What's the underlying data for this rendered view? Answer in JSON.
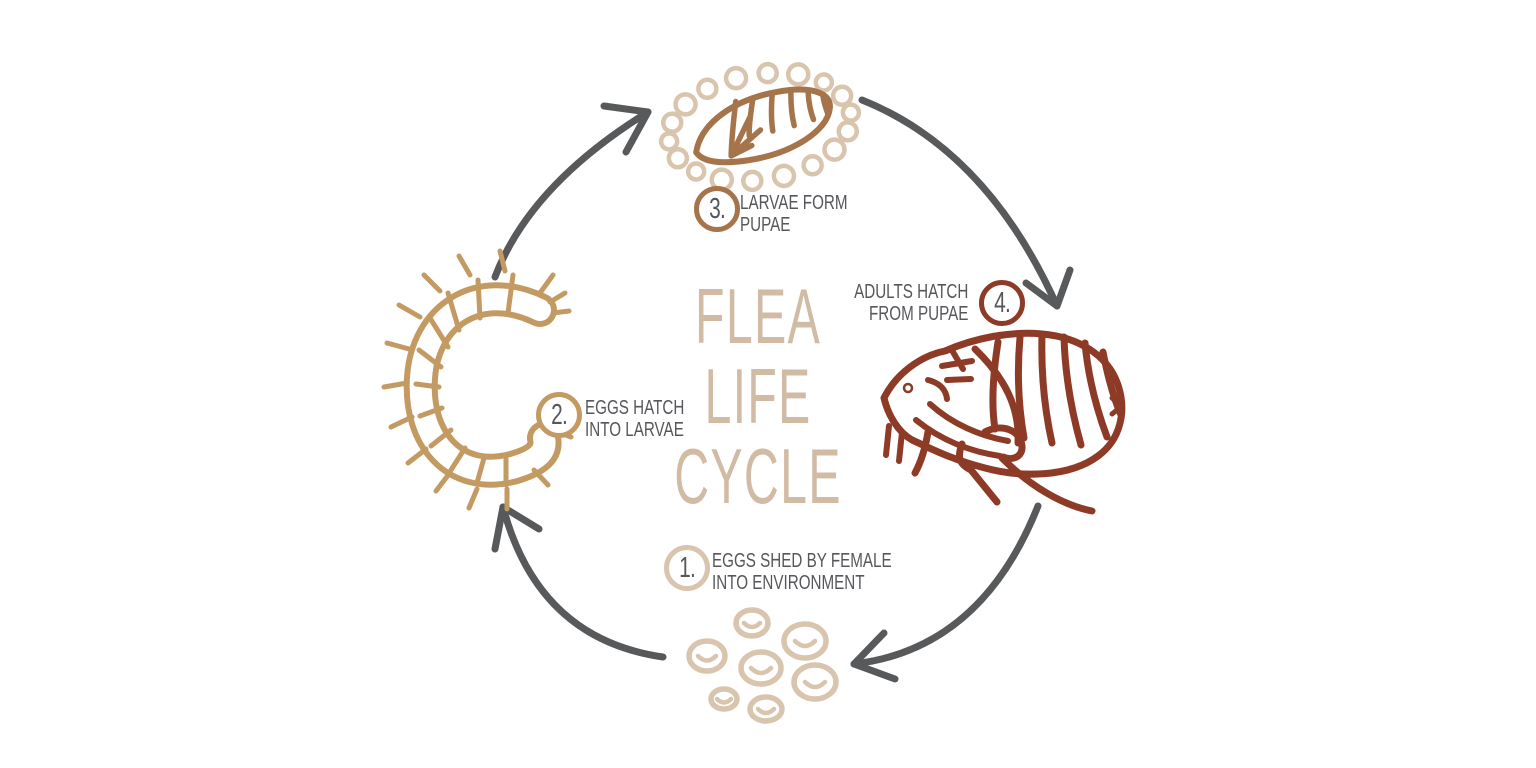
{
  "title": {
    "line1": "FLEA",
    "line2": "LIFE",
    "line3": "CYCLE"
  },
  "steps": [
    {
      "number": "1.",
      "line1": "EGGS SHED BY FEMALE",
      "line2": "INTO ENVIRONMENT",
      "accent": "#d9c4ad",
      "illustration": "flea-eggs-icon"
    },
    {
      "number": "2.",
      "line1": "EGGS HATCH",
      "line2": "INTO LARVAE",
      "accent": "#c49a63",
      "illustration": "flea-larva-icon"
    },
    {
      "number": "3.",
      "line1": "LARVAE FORM",
      "line2": "PUPAE",
      "accent": "#a5744a",
      "illustration": "flea-pupa-icon"
    },
    {
      "number": "4.",
      "line1": "ADULTS HATCH",
      "line2": "FROM PUPAE",
      "accent": "#8d3b26",
      "illustration": "adult-flea-icon"
    }
  ],
  "colors": {
    "background": "#ffffff",
    "title_tan": "#d2bba4",
    "text_gray": "#56575b",
    "arrow_gray": "#58595b",
    "stage1": "#d9c4ad",
    "stage2": "#c49a63",
    "stage3": "#a5744a",
    "stage4": "#8d3b26"
  }
}
